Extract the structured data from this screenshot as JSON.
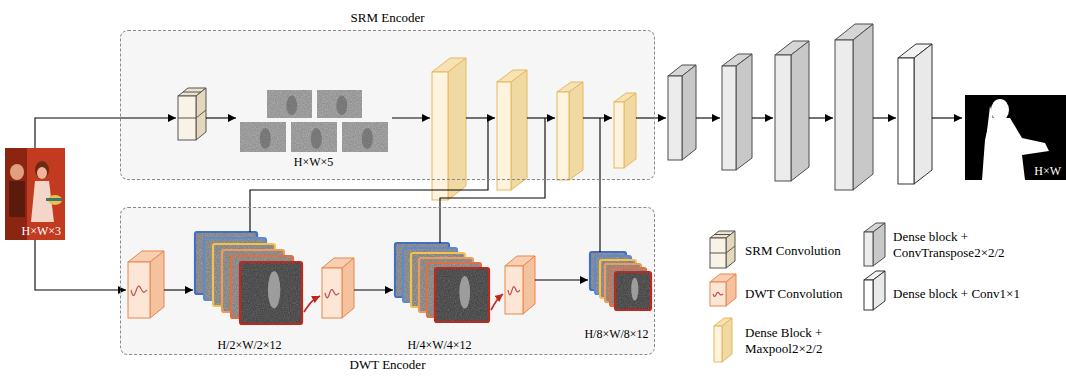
{
  "diagram": {
    "nodes": [
      {
        "text": [
          "H×W×3"
        ]
      },
      {
        "text": [
          "SRM Encoder"
        ]
      },
      {
        "text": [
          "H×W×5"
        ],
        "in": 1
      },
      {
        "text": [
          "H×W"
        ]
      },
      {
        "text": [
          "DWT Encoder"
        ]
      },
      {
        "text": [
          "H/2×W/2×12"
        ],
        "in": 4
      },
      {
        "text": [
          "H/4×W/4×12"
        ],
        "in": 4
      },
      {
        "text": [
          "H/8×W/8×12"
        ],
        "in": 4
      }
    ],
    "legend": [
      {
        "text": "SRM Convolution"
      },
      {
        "text": "DWT Convolution"
      },
      {
        "text": "Dense Block + Maxpool2×2/2"
      },
      {
        "text": "Dense block + ConvTranspose2×2/2"
      },
      {
        "text": "Dense block + Conv1×1"
      }
    ]
  }
}
